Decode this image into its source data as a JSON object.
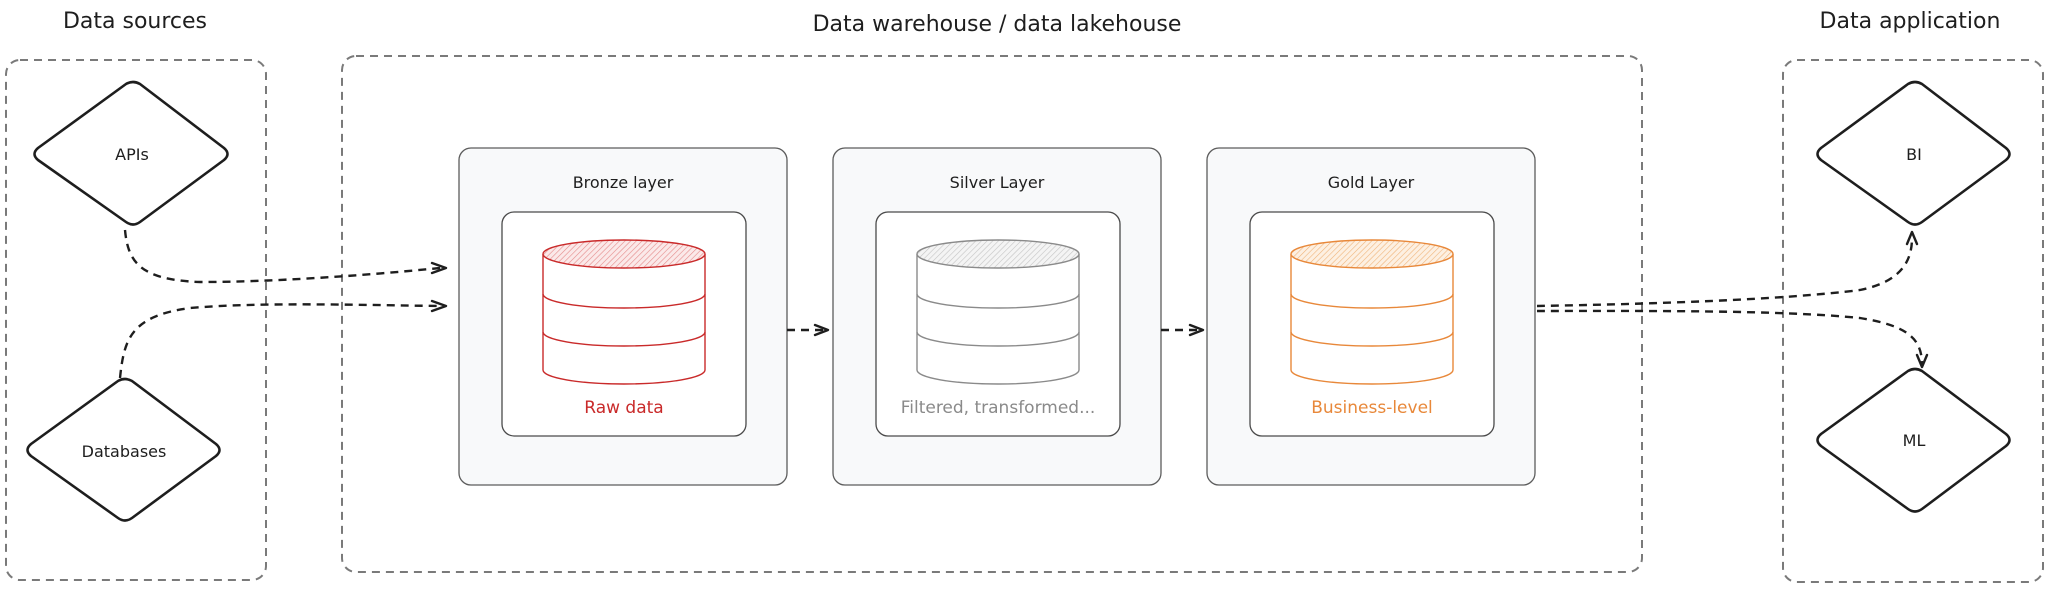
{
  "groups": {
    "sources": {
      "title": "Data sources"
    },
    "warehouse": {
      "title": "Data warehouse / data lakehouse"
    },
    "applications": {
      "title": "Data application"
    }
  },
  "sources": [
    {
      "label": "APIs"
    },
    {
      "label": "Databases"
    }
  ],
  "layers": [
    {
      "title": "Bronze layer",
      "db_label": "Raw data",
      "color": "#c92a2a"
    },
    {
      "title": "Silver Layer",
      "db_label": "Filtered, transformed...",
      "color": "#8a8a8a"
    },
    {
      "title": "Gold Layer",
      "db_label": "Business-level",
      "color": "#e8883a"
    }
  ],
  "applications": [
    {
      "label": "BI"
    },
    {
      "label": "ML"
    }
  ],
  "connections": [
    {
      "from": "APIs",
      "to": "Bronze layer"
    },
    {
      "from": "Databases",
      "to": "Bronze layer"
    },
    {
      "from": "Bronze layer",
      "to": "Silver Layer"
    },
    {
      "from": "Silver Layer",
      "to": "Gold Layer"
    },
    {
      "from": "Gold Layer",
      "to": "BI"
    },
    {
      "from": "Gold Layer",
      "to": "ML"
    }
  ]
}
